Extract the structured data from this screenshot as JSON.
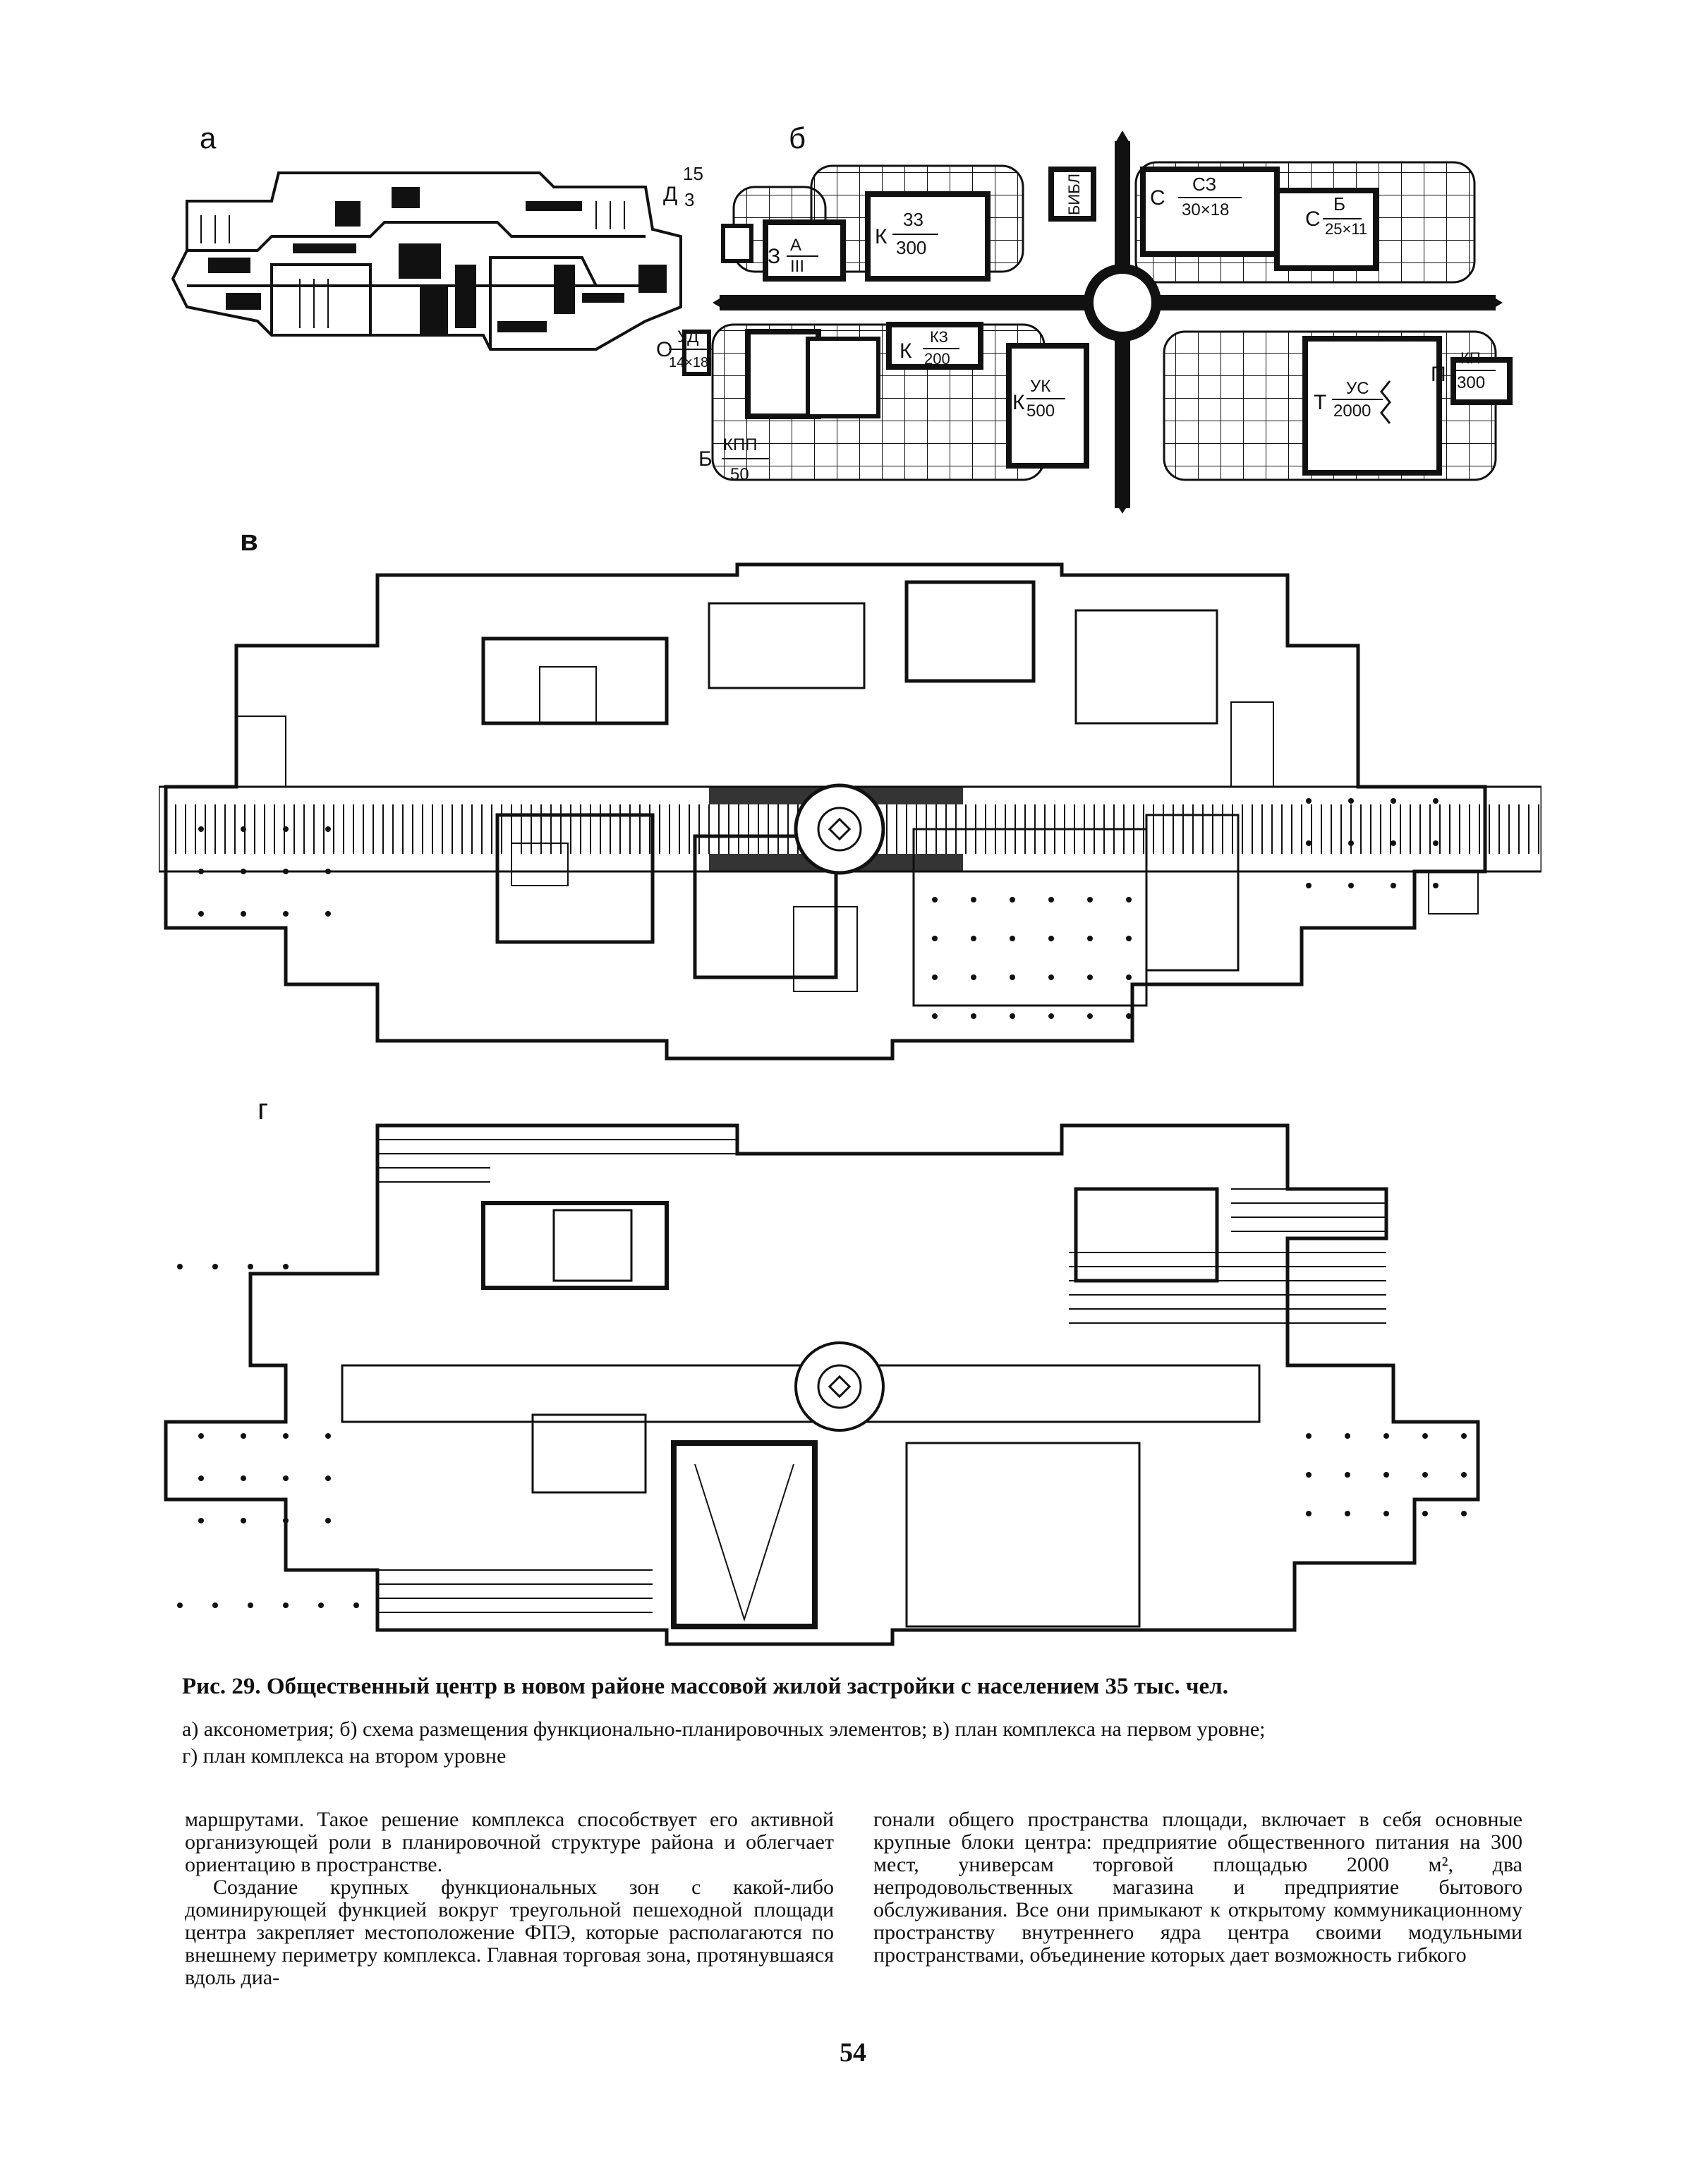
{
  "figure": {
    "panel_labels": {
      "a": "а",
      "b": "б",
      "v": "в",
      "g": "г"
    },
    "scheme_labels": {
      "d": "Д",
      "d_top": "15",
      "d_bottom": "3",
      "z": "З",
      "z_top": "А",
      "z_bottom": "III",
      "k1": "К",
      "k1_top": "33",
      "k1_bottom": "300",
      "bibl": "БИБЛ.",
      "c1": "С",
      "c1_top": "СЗ",
      "c1_bottom": "30×18",
      "c2": "С",
      "c2_top": "Б",
      "c2_bottom": "25×11",
      "o": "О",
      "o_top": "УД",
      "o_bottom": "14×18",
      "k2": "К",
      "k2_top": "КЗ",
      "k2_bottom": "200",
      "k3": "К",
      "k3_top": "УК",
      "k3_bottom": "500",
      "t": "Т",
      "t_top": "УС",
      "t_bottom": "2000",
      "p": "П",
      "p_top": "КП",
      "p_bottom": "300",
      "b": "Б",
      "b_top": "КПП",
      "b_bottom": "50"
    }
  },
  "caption": {
    "title": "Рис. 29. Общественный центр в новом районе массовой жилой застройки с населением 35 тыс. чел.",
    "legend_line1": "а) аксонометрия; б) схема размещения функционально-планировочных элементов; в) план комплекса на первом уровне;",
    "legend_line2": "г) план комплекса на втором уровне"
  },
  "body_text": {
    "left_p1": "маршрутами. Такое решение комплекса способствует его активной организующей роли в планировочной структуре района и облегчает ориентацию в пространстве.",
    "left_p2": "Создание крупных функциональных зон с какой-либо доминирующей функцией вокруг треугольной пешеходной площади центра закрепляет местоположение ФПЭ, которые располагаются по внешнему периметру комплекса. Главная торговая зона, протянувшаяся вдоль диа-",
    "right_p1": "гонали общего пространства площади, включает в себя основные крупные блоки центра: предприятие общественного питания на 300 мест, универсам торговой площадью 2000 м², два непродовольственных магазина и предприятие бытового обслуживания. Все они примыкают к открытому коммуникационному пространству внутреннего ядра центра своими модульными пространствами, объединение которых дает возможность гибкого"
  },
  "page_number": "54"
}
